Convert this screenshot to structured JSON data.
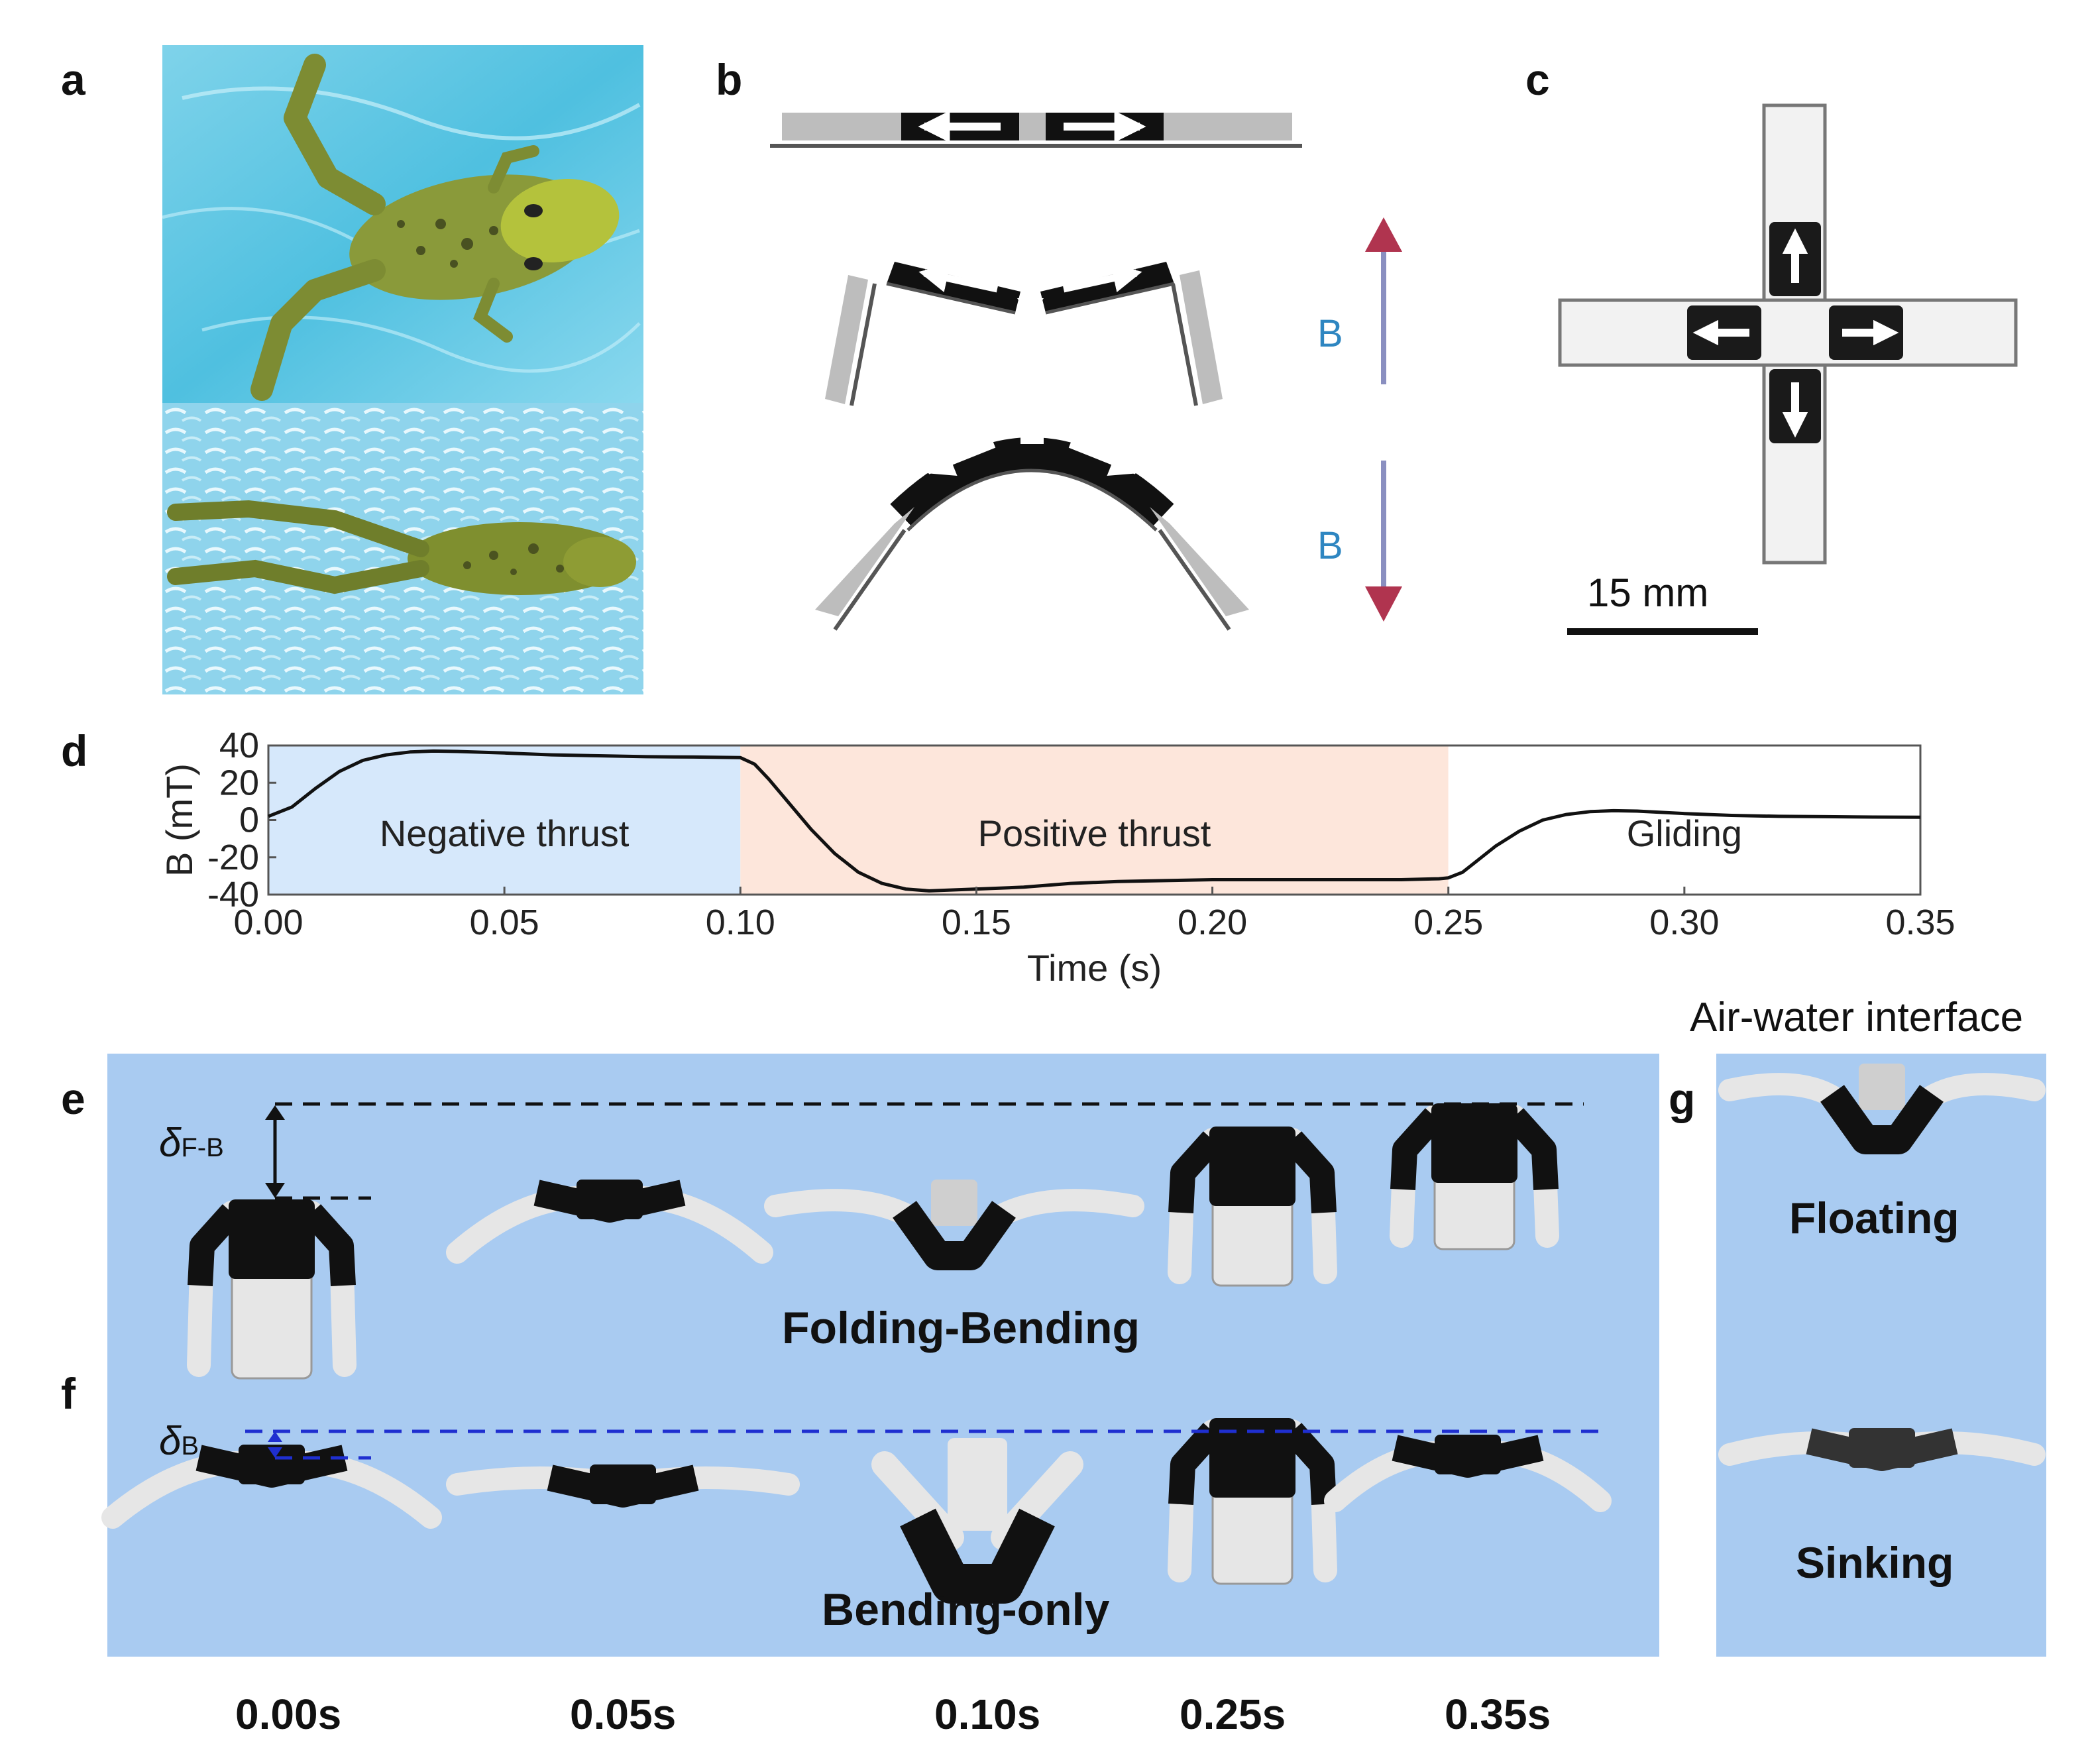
{
  "panels": {
    "a": "a",
    "b": "b",
    "c": "c",
    "d": "d",
    "e": "e",
    "f": "f",
    "g": "g"
  },
  "panel_b": {
    "field_up": "B",
    "field_down": "B",
    "arrow_color": "#b0344f",
    "field_color": "#2e86c1"
  },
  "panel_c": {
    "scale_bar": "15 mm"
  },
  "chart_data": {
    "type": "line",
    "xlabel": "Time (s)",
    "ylabel": "B (mT)",
    "xlim": [
      0.0,
      0.35
    ],
    "ylim": [
      -40,
      40
    ],
    "xticks": [
      "0.00",
      "0.05",
      "0.10",
      "0.15",
      "0.20",
      "0.25",
      "0.30",
      "0.35"
    ],
    "yticks": [
      "40",
      "20",
      "0",
      "-20",
      "-40"
    ],
    "regions": [
      {
        "label": "Negative thrust",
        "x0": 0.0,
        "x1": 0.1,
        "color": "#d6e8fb"
      },
      {
        "label": "Positive thrust",
        "x0": 0.1,
        "x1": 0.25,
        "color": "#fde6db"
      },
      {
        "label": "Gliding",
        "x0": 0.25,
        "x1": 0.35,
        "color": "#ffffff"
      }
    ],
    "series": [
      {
        "x": [
          0.0,
          0.005,
          0.01,
          0.015,
          0.02,
          0.025,
          0.03,
          0.035,
          0.04,
          0.05,
          0.06,
          0.07,
          0.08,
          0.09,
          0.1,
          0.103,
          0.106,
          0.11,
          0.115,
          0.12,
          0.125,
          0.13,
          0.135,
          0.14,
          0.15,
          0.16,
          0.17,
          0.18,
          0.19,
          0.2,
          0.21,
          0.22,
          0.23,
          0.24,
          0.248,
          0.25,
          0.253,
          0.256,
          0.26,
          0.265,
          0.27,
          0.275,
          0.28,
          0.285,
          0.29,
          0.3,
          0.31,
          0.32,
          0.33,
          0.34,
          0.35
        ],
        "y": [
          2,
          7,
          17,
          26,
          32,
          35,
          36.5,
          37,
          36.8,
          36,
          35,
          34.5,
          34,
          33.8,
          33.5,
          30,
          22,
          10,
          -5,
          -18,
          -28,
          -34,
          -37,
          -38,
          -37,
          -36,
          -34,
          -33,
          -32.5,
          -32,
          -32,
          -32,
          -32,
          -32,
          -31.5,
          -31,
          -28,
          -22,
          -14,
          -6,
          0,
          3,
          4.5,
          5,
          4.8,
          3.5,
          2.5,
          2,
          1.8,
          1.6,
          1.5
        ]
      }
    ]
  },
  "panel_e": {
    "delta_label": "δ",
    "delta_sub": "F-B",
    "mode_label": "Folding-Bending"
  },
  "panel_f": {
    "delta_label": "δ",
    "delta_sub": "B",
    "mode_label": "Bending-only"
  },
  "panel_g": {
    "header": "Air-water interface",
    "top_label": "Floating",
    "bottom_label": "Sinking"
  },
  "time_labels": [
    "0.00s",
    "0.05s",
    "0.10s",
    "0.25s",
    "0.35s"
  ],
  "colors": {
    "water_bg": "#a9cbf1",
    "robot_black": "#111111",
    "robot_clear": "#e6e6e6",
    "dash_black": "#111111",
    "dash_blue": "#1f2fd0"
  }
}
